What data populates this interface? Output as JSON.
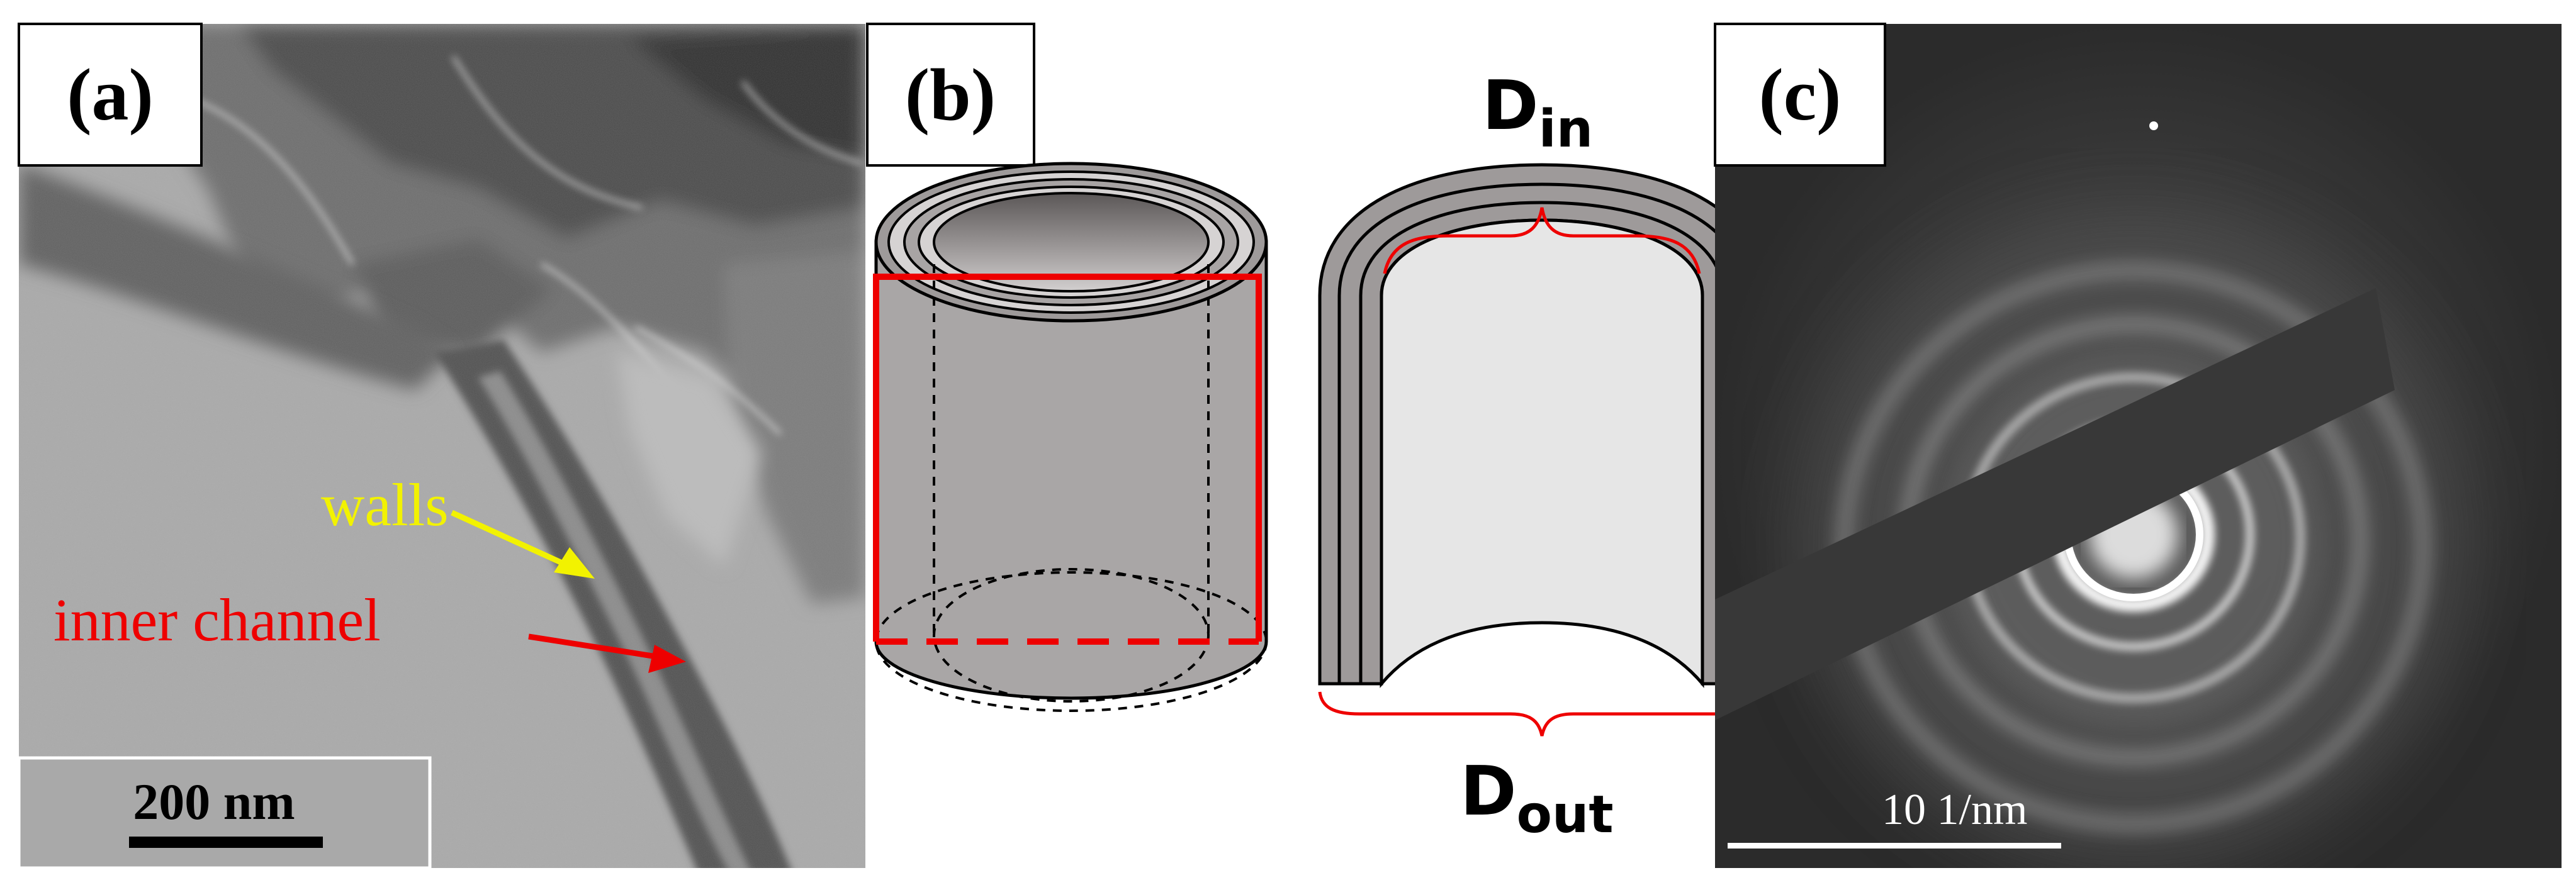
{
  "panels": {
    "a": {
      "label": "(a)",
      "annotations": {
        "walls": "walls",
        "inner_channel": "inner channel"
      },
      "scale_bar": "200 nm",
      "colors": {
        "walls": "#f2f200",
        "inner_channel": "#ee0000"
      }
    },
    "b": {
      "label": "(b)",
      "d_in_base": "D",
      "d_in_sub": "in",
      "d_out_base": "D",
      "d_out_sub": "out",
      "colors": {
        "highlight": "#ee0000",
        "wall": "#9e9a9a",
        "inner": "#e6e6e6"
      }
    },
    "c": {
      "label": "(c)",
      "scale_bar": "10 1/nm"
    }
  }
}
